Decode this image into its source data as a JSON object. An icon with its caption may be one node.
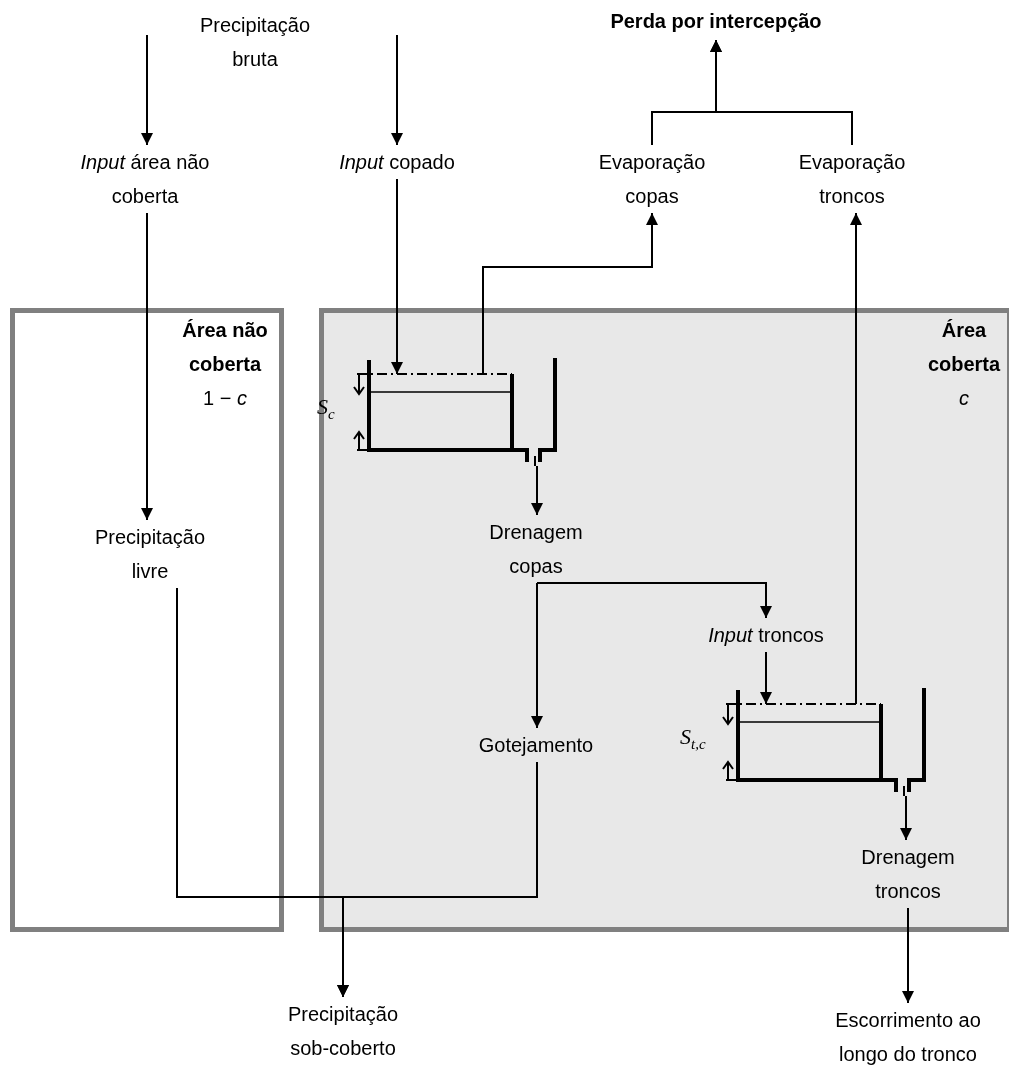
{
  "diagram": {
    "nodes": [
      {
        "text": [
          "Perda por intercepção"
        ]
      },
      {
        "text": [
          "*Input* área não coberta"
        ]
      },
      {
        "text": [
          "*Input* copado"
        ]
      },
      {
        "text": [
          "Evaporação copas"
        ]
      },
      {
        "text": [
          "Evaporação troncos"
        ]
      },
      {
        "text": [
          "Área não coberta",
          "1 − *c*"
        ]
      },
      {
        "text": [
          "Área coberta",
          "*c*"
        ]
      },
      {
        "text": [],
        "shape": "tank",
        "in": 6,
        "beside": [
          "S$_{c}$"
        ]
      },
      {
        "text": [
          "Precipitação livre"
        ],
        "in": 5
      },
      {
        "text": [
          "Drenagem copas"
        ],
        "in": 6
      },
      {
        "text": [
          "*Input* troncos"
        ],
        "in": 6
      },
      {
        "text": [
          "Gotejamento"
        ],
        "in": 6
      },
      {
        "text": [],
        "shape": "tank",
        "in": 6,
        "beside": [
          "S$_{t,c}$"
        ]
      },
      {
        "text": [
          "Drenagem troncos"
        ],
        "in": 6
      },
      {
        "text": [
          "Precipitação sob-coberto"
        ]
      },
      {
        "text": [
          "Escorrimento ao longo do tronco"
        ]
      }
    ],
    "edges": [
      {
        "from": null,
        "to": 1,
        "arrow": "to"
      },
      {
        "from": null,
        "to": 2,
        "arrow": "to"
      },
      {
        "from": 3,
        "to": 0,
        "arrow": "to"
      },
      {
        "from": 4,
        "to": 0,
        "arrow": "to"
      },
      {
        "from": 1,
        "to": 8,
        "arrow": "to"
      },
      {
        "from": 2,
        "to": 7,
        "arrow": "to"
      },
      {
        "from": 7,
        "to": 3,
        "arrow": "to"
      },
      {
        "from": 7,
        "to": 9,
        "arrow": "to"
      },
      {
        "from": 9,
        "to": 10,
        "arrow": "to"
      },
      {
        "from": 9,
        "to": 11,
        "arrow": "to"
      },
      {
        "from": 10,
        "to": 12,
        "arrow": "to"
      },
      {
        "from": 12,
        "to": 4,
        "arrow": "to"
      },
      {
        "from": 12,
        "to": 13,
        "arrow": "to"
      },
      {
        "from": 8,
        "to": 14,
        "arrow": "to"
      },
      {
        "from": 11,
        "to": 14,
        "arrow": "to"
      },
      {
        "from": 13,
        "to": 15,
        "arrow": "to"
      }
    ],
    "labels": [
      "Precipitação bruta"
    ]
  }
}
